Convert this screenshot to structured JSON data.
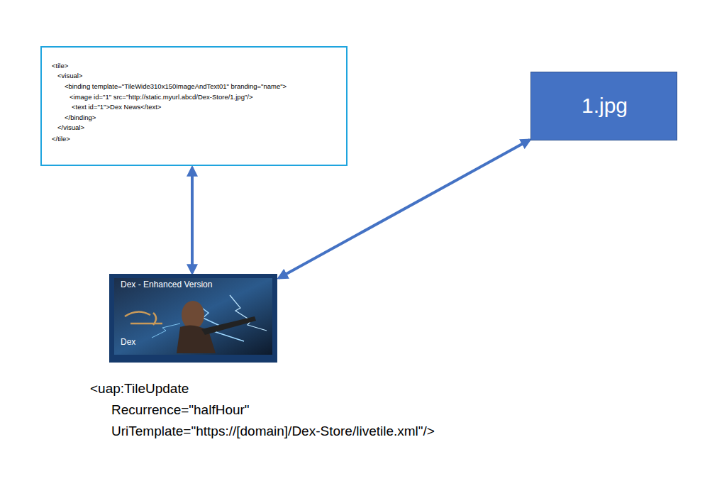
{
  "diagram": {
    "nodes": [
      {
        "text": [
          "<tile>",
          "<visual>",
          "<binding template=\"TileWide310x150ImageAndText01\" branding=\"name\">",
          "<image id=\"1\" src=\"http://static.myurl.abcd/Dex-Store/1.jpg\"/>",
          "<text id=\"1\">Dex News</text>",
          "</binding>",
          "</visual>",
          "</tile>"
        ]
      },
      {
        "text": [
          "1.jpg"
        ]
      },
      {
        "text": [
          "Dex - Enhanced Version",
          "Dex"
        ]
      }
    ],
    "edges": [
      {
        "from": 0,
        "to": 2,
        "arrow": "both"
      },
      {
        "from": 1,
        "to": 2,
        "arrow": "both"
      }
    ],
    "labels": [
      "<uap:TileUpdate",
      "Recurrence=\"halfHour\"",
      "UriTemplate=\"https://[domain]/Dex-Store/livetile.xml\"/>"
    ]
  }
}
